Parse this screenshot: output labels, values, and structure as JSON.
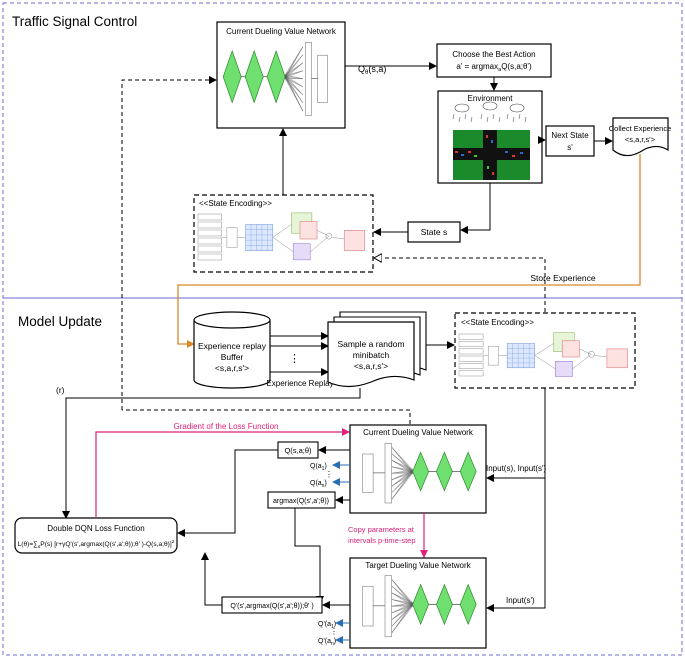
{
  "sections": {
    "top": "Traffic Signal Control",
    "bottom": "Model Update"
  },
  "current_net": {
    "title": "Current   Dueling   Value   Network"
  },
  "current_net2": {
    "title": "Current  Dueling  Value  Network"
  },
  "target_net": {
    "title": "Target  Dueling  Value Network"
  },
  "q_theta": "Q",
  "q_theta_sub": "θ",
  "q_theta_arg": "(s,a)",
  "best_action": {
    "line1": "Choose the Best Action",
    "line2": "a' = argmax",
    "line2_sub": "a",
    "line2_rest": "Q(s,a;θ')"
  },
  "environment": {
    "title": "Environment"
  },
  "next_state": {
    "line1": "Next State",
    "line2": "s'"
  },
  "collect": {
    "line1": "Collect Experience",
    "line2": "<s,a,r,s'>"
  },
  "state_encoding_top": {
    "title": "<<State    Encoding>>"
  },
  "state_encoding_bottom": {
    "title": "<<State  Encoding>>"
  },
  "state_s": "State s",
  "store_experience": "Store   Experience",
  "replay": {
    "line1": "Experience replay",
    "line2": "Buffer",
    "line3": "<s,a,r,s'>"
  },
  "ellipsis": "⋮",
  "experience_replay_label": "Experience Replay",
  "minibatch": {
    "line1": "Sample a random",
    "line2": "minibatch",
    "line3": "<s,a,r,s'>"
  },
  "r_label": "(r)",
  "gradient_label": "Gradient  of  the  Loss  Function",
  "q_s_a_theta": "Q(s,a;θ)",
  "q_a1": "Q(a",
  "q_a1_sub": "1",
  "q_an": "Q(a",
  "q_an_sub": "n",
  "argmax_box": "argmax(Q(s',a';θ))",
  "input_s_sprime": "Input(s),   Input(s')",
  "input_sprime": "Input(s')",
  "loss": {
    "title": "Double   DQN   Loss   Function",
    "formula_a": "L(θ)=∑",
    "formula_sub": "s",
    "formula_b": "P(s) [r+γQ'(s',argmax(Q(s',a';θ));θ' )-Q(s,a;θ)]",
    "formula_sup": "2"
  },
  "copy_params": {
    "line1": "Copy parameters at",
    "line2": "intervals  p-time-step"
  },
  "q_prime_box": "Q'(s',argmax(Q(s',a';θ));θ' )",
  "qp_a1": "Q'(a",
  "qp_a1_sub": "1",
  "qp_an": "Q'(a",
  "qp_an_sub": "n",
  "colors": {
    "section_border": "#6b6bd6",
    "green": "#6fe06f",
    "magenta": "#e0207a",
    "orange": "#d98a2b",
    "blue_arrow": "#2a6fb3",
    "road": "#1a8a2a"
  }
}
